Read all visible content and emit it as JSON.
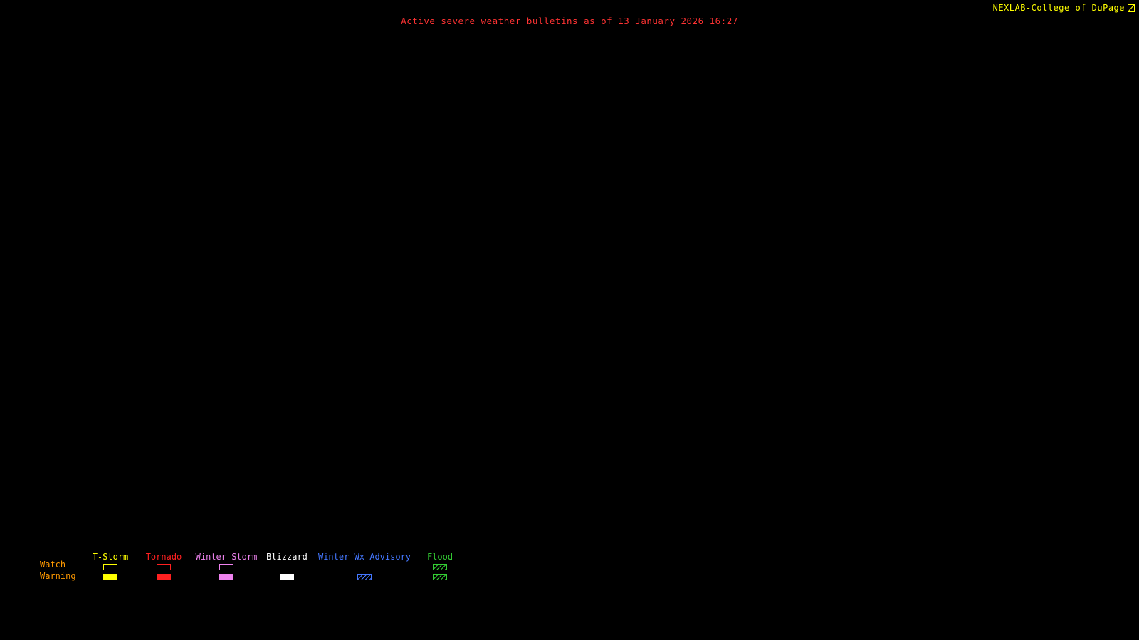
{
  "header": {
    "brand": "NEXLAB-College of DuPage",
    "title": "Active severe weather bulletins as of 13 January 2026 16:27"
  },
  "colors": {
    "background": "#000000",
    "brand": "#ffff00",
    "title": "#ff3333",
    "row_labels": "#ff9900"
  },
  "legend": {
    "watch_label": "Watch",
    "warning_label": "Warning",
    "columns": [
      {
        "label": "T-Storm",
        "color": "#ffff00",
        "watch": "outline",
        "warning": "fill"
      },
      {
        "label": "Tornado",
        "color": "#ff2020",
        "watch": "outline",
        "warning": "fill"
      },
      {
        "label": "Winter Storm",
        "color": "#ee82ee",
        "watch": "outline",
        "warning": "fill"
      },
      {
        "label": "Blizzard",
        "color": "#ffffff",
        "watch": "none",
        "warning": "fill"
      },
      {
        "label": "Winter Wx Advisory",
        "color": "#4477ff",
        "watch": "none",
        "warning": "hatch"
      },
      {
        "label": "Flood",
        "color": "#33cc33",
        "watch": "hatch",
        "warning": "hatch"
      }
    ]
  }
}
